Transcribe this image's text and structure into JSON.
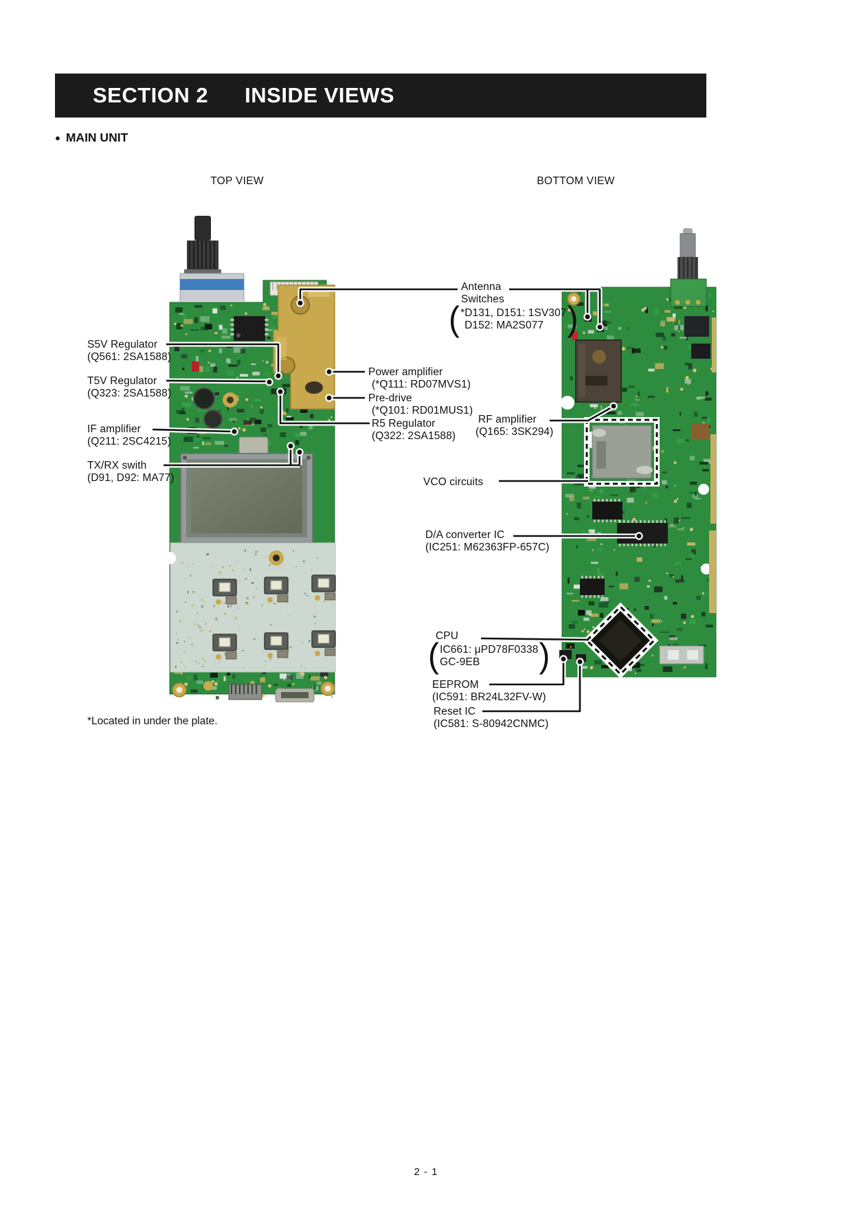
{
  "header": {
    "section_label": "SECTION 2",
    "section_title": "INSIDE VIEWS"
  },
  "main_unit_heading": "MAIN UNIT",
  "view_labels": {
    "top": "TOP VIEW",
    "bottom": "BOTTOM VIEW"
  },
  "callouts": {
    "s5v_regulator": {
      "name": "S5V Regulator",
      "part": "(Q561: 2SA1588)"
    },
    "t5v_regulator": {
      "name": "T5V Regulator",
      "part": "(Q323: 2SA1588)"
    },
    "if_amplifier": {
      "name": "IF amplifier",
      "part": "(Q211: 2SC4215)"
    },
    "txrx_switch": {
      "name": "TX/RX swith",
      "part": "(D91, D92: MA77)"
    },
    "antenna_switches": {
      "name_line1": "Antenna",
      "name_line2": "Switches",
      "part_line1": "*D131, D151: 1SV307",
      "part_line2": "D152: MA2S077"
    },
    "power_amplifier": {
      "name": "Power amplifier",
      "part": "(*Q111: RD07MVS1)"
    },
    "pre_drive": {
      "name": "Pre-drive",
      "part": "(*Q101: RD01MUS1)"
    },
    "r5_regulator": {
      "name": "R5 Regulator",
      "part": "(Q322: 2SA1588)"
    },
    "rf_amplifier": {
      "name": "RF amplifier",
      "part": "(Q165: 3SK294)"
    },
    "vco_circuits": {
      "name": "VCO circuits"
    },
    "da_converter": {
      "name": "D/A converter IC",
      "part": "(IC251: M62363FP-657C)"
    },
    "cpu": {
      "name": "CPU",
      "part_line1": "IC661: μPD78F0338",
      "part_line2": "GC-9EB"
    },
    "eeprom": {
      "name": "EEPROM",
      "part": "(IC591: BR24L32FV-W)"
    },
    "reset_ic": {
      "name": "Reset IC",
      "part": "(IC581: S-80942CNMC)"
    }
  },
  "footnote": "*Located in under the plate.",
  "page_number": "2 - 1",
  "colors": {
    "header_bg": "#1b1b1b",
    "pcb_green": "#2e8c3e",
    "shield_gold": "#c8a94e",
    "keypad_plate": "#cdd9d0",
    "lcd_screen": "#6e7566"
  }
}
